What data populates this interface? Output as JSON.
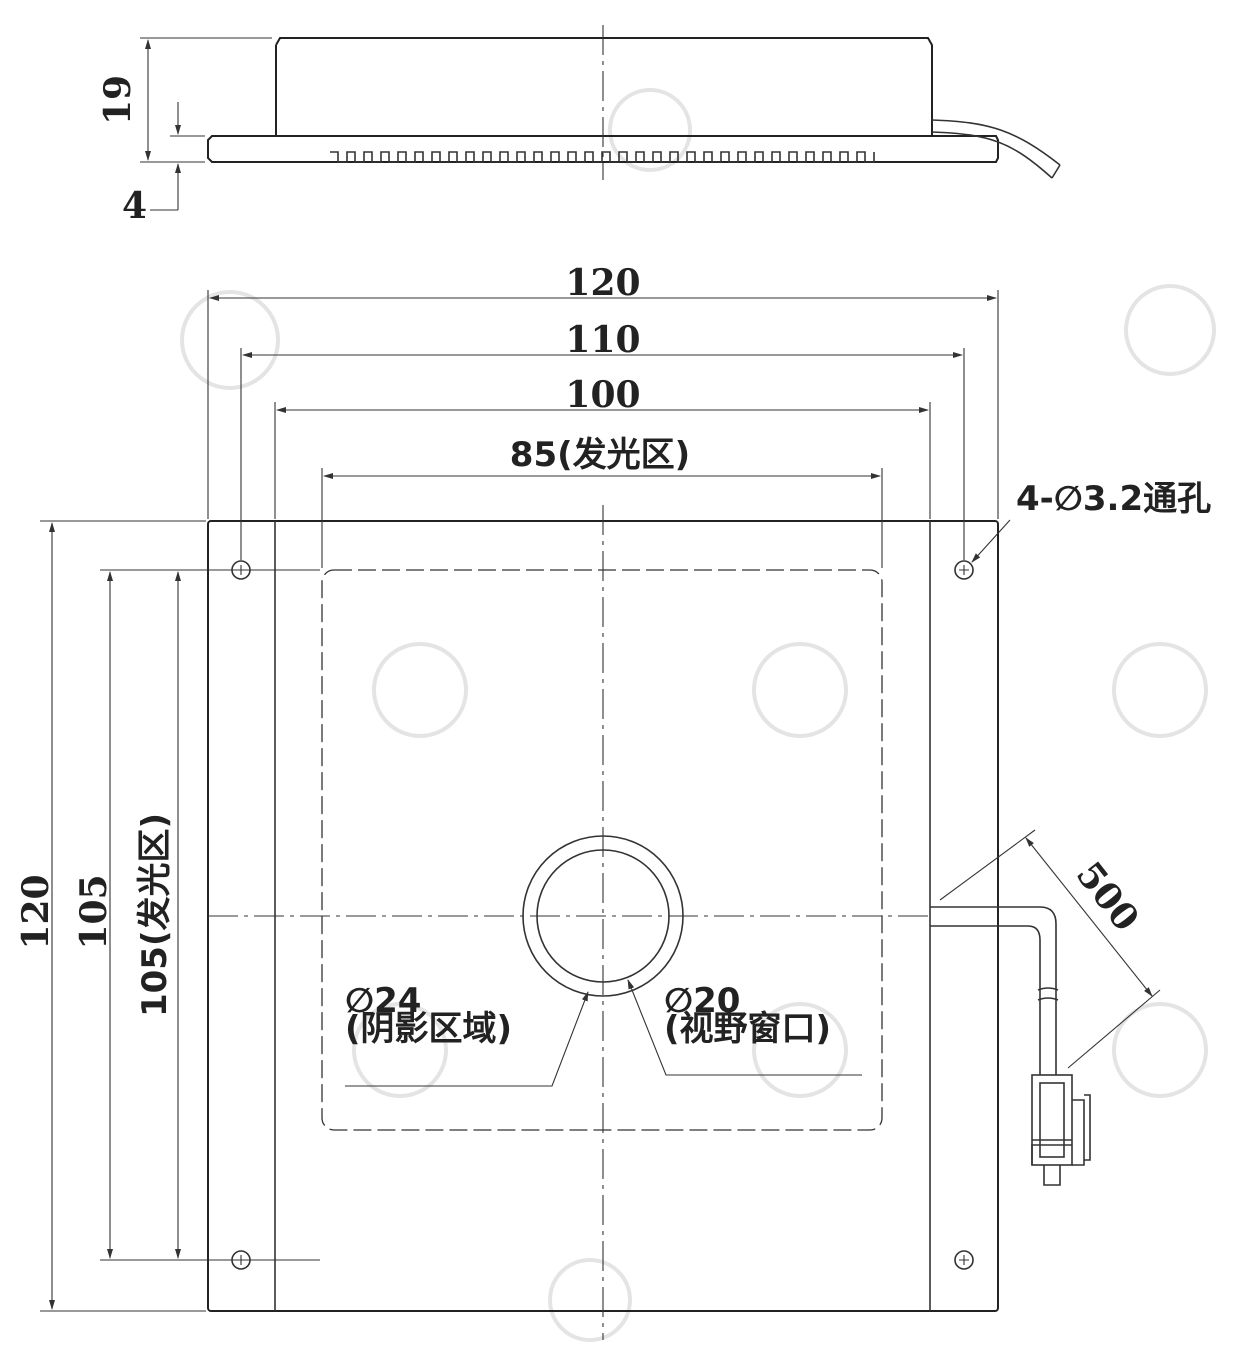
{
  "side_view": {
    "height_label": "19",
    "flange_label": "4"
  },
  "top_view": {
    "width_outer": "120",
    "width_hole_pitch": "110",
    "width_body": "100",
    "width_emit": "85(发光区)",
    "height_outer": "120",
    "height_pitch": "105",
    "height_emit": "105(发光区)",
    "hole_label": "4-∅3.2通孔",
    "shadow_diameter": "∅24",
    "shadow_label": "(阴影区域)",
    "window_diameter": "∅20",
    "window_label": "(视野窗口)",
    "cable_length": "500"
  }
}
